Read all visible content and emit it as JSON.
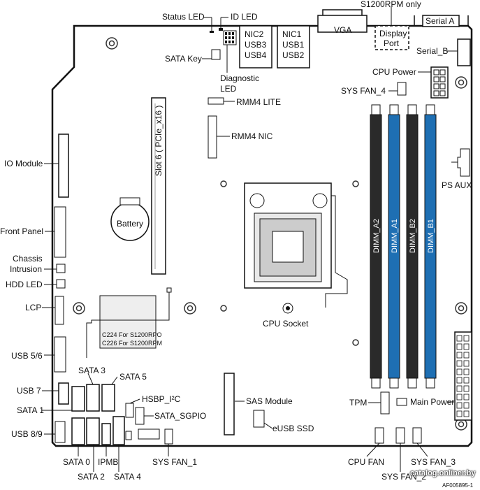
{
  "labels": {
    "status_led": "Status LED",
    "id_led": "ID LED",
    "s1200rpm_only": "S1200RPM only",
    "vga": "VGA",
    "serial_a": "Serial A",
    "display_port_1": "Display",
    "display_port_2": "Port",
    "nic2": "NIC2",
    "usb3": "USB3",
    "usb4": "USB4",
    "nic1": "NIC1",
    "usb1": "USB1",
    "usb2": "USB2",
    "sata_key": "SATA Key",
    "diag_led_1": "Diagnostic",
    "diag_led_2": "LED",
    "serial_b": "Serial_B",
    "cpu_power": "CPU Power",
    "sys_fan_4": "SYS FAN_4",
    "rmm4_lite": "RMM4 LITE",
    "rmm4_nic": "RMM4 NIC",
    "slot6": "Slot 6 ( PCIe_x16 )",
    "io_module": "IO Module",
    "battery": "Battery",
    "ps_aux": "PS AUX",
    "front_panel": "Front Panel",
    "chassis_1": "Chassis",
    "chassis_2": "Intrusion",
    "hdd_led": "HDD LED",
    "lcp": "LCP",
    "cpu_socket": "CPU Socket",
    "chip_line1": "C224 For S1200RPO",
    "chip_line2": "C226 For S1200RPM",
    "usb56": "USB 5/6",
    "sata3": "SATA 3",
    "sata5": "SATA 5",
    "usb7": "USB 7",
    "sata1": "SATA 1",
    "hsbp": "HSBP_I²C",
    "sata_sgpio": "SATA_SGPIO",
    "sas_module": "SAS Module",
    "tpm": "TPM",
    "main_power": "Main Power",
    "usb89": "USB 8/9",
    "esb_ssd": "eUSB SSD",
    "sata0": "SATA 0",
    "ipmb": "IPMB",
    "sys_fan_1": "SYS FAN_1",
    "cpu_fan": "CPU FAN",
    "sys_fan_3": "SYS FAN_3",
    "sata2": "SATA 2",
    "sata4": "SATA 4",
    "sys_fan_2": "SYS FAN_2",
    "catalog": "catalog.onliner.by",
    "figure_id": "AF005895-1"
  },
  "dimms": [
    {
      "label": "DIMM_A2",
      "color": "#2a2a2a"
    },
    {
      "label": "DIMM_A1",
      "color": "#1e6fb3"
    },
    {
      "label": "DIMM_B2",
      "color": "#2a2a2a"
    },
    {
      "label": "DIMM_B1",
      "color": "#1e6fb3"
    }
  ],
  "colors": {
    "board_outline": "#111111",
    "dimm_blue": "#1e6fb3",
    "dimm_black": "#2a2a2a"
  }
}
